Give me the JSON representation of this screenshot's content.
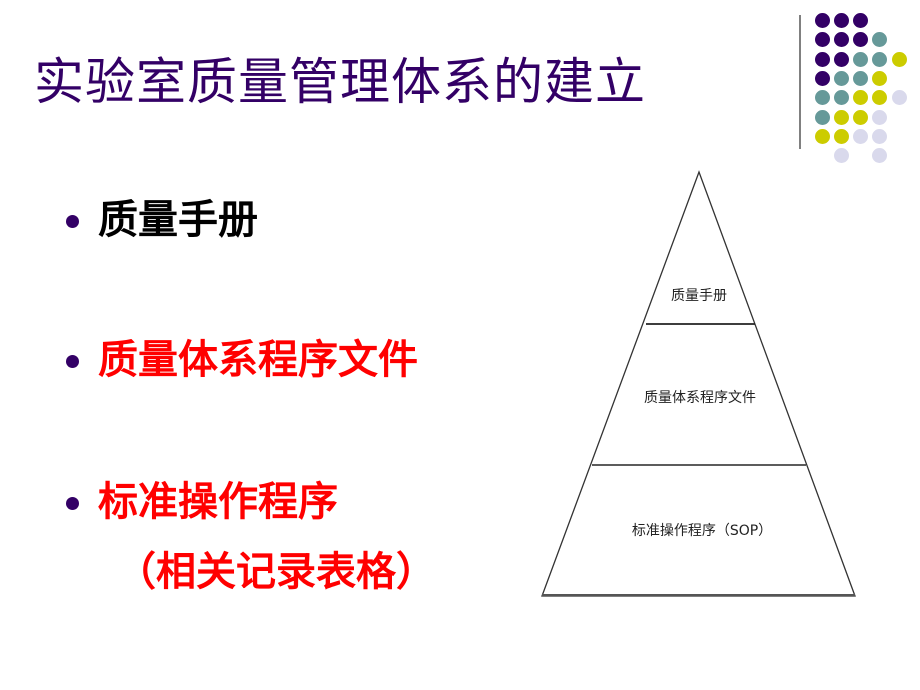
{
  "slide": {
    "title": "实验室质量管理体系的建立",
    "title_color": "#330066",
    "bullets": [
      {
        "text": "质量手册",
        "color": "#000000"
      },
      {
        "text": "质量体系程序文件",
        "color": "#FF0000"
      },
      {
        "text": "标准操作程序",
        "color": "#FF0000",
        "continuation": "（相关记录表格）"
      }
    ],
    "bullet_color": "#330066"
  },
  "pyramid": {
    "levels": [
      {
        "label": "质量手册"
      },
      {
        "label": "质量体系程序文件"
      },
      {
        "label": "标准操作程序（SOP）"
      }
    ]
  },
  "decoration": {
    "colors": {
      "purple": "#330066",
      "teal": "#669999",
      "yellow": "#CCCC00",
      "lavender": "#D9D9EC"
    },
    "dot_grid": [
      [
        "purple",
        "purple",
        "purple",
        null,
        null
      ],
      [
        "purple",
        "purple",
        "purple",
        "teal",
        null
      ],
      [
        "purple",
        "purple",
        "teal",
        "teal",
        "yellow"
      ],
      [
        "purple",
        "teal",
        "teal",
        "yellow",
        null
      ],
      [
        "teal",
        "teal",
        "yellow",
        "yellow",
        "lavender"
      ],
      [
        "teal",
        "yellow",
        "yellow",
        "lavender",
        null
      ],
      [
        "yellow",
        "yellow",
        "lavender",
        "lavender",
        null
      ],
      [
        null,
        "lavender",
        null,
        "lavender",
        null
      ]
    ]
  }
}
